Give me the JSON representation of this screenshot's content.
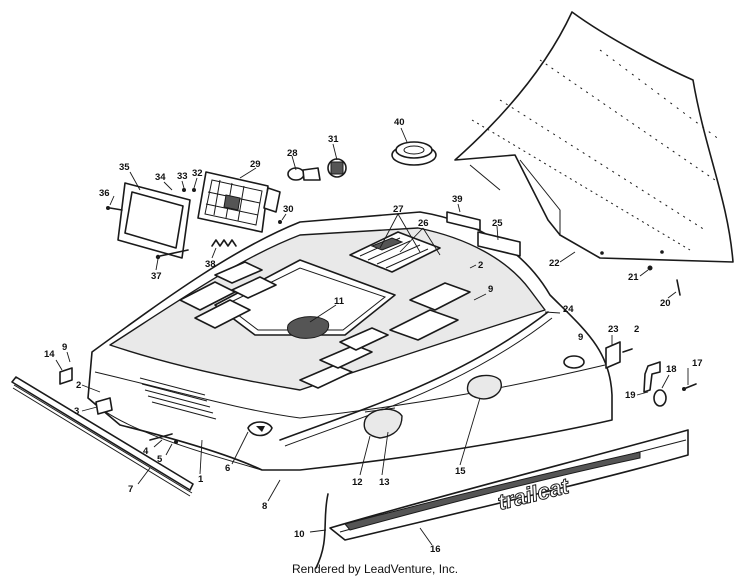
{
  "footer": {
    "text": "Rendered by LeadVenture, Inc."
  },
  "decal": {
    "text": "trailcat"
  },
  "callouts": [
    "1",
    "2",
    "3",
    "4",
    "5",
    "6",
    "7",
    "8",
    "9",
    "10",
    "11",
    "12",
    "13",
    "14",
    "15",
    "16",
    "17",
    "18",
    "19",
    "20",
    "21",
    "22",
    "23",
    "24",
    "25",
    "26",
    "27",
    "28",
    "29",
    "30",
    "31",
    "32",
    "33",
    "34",
    "35",
    "36",
    "37",
    "38",
    "39",
    "40"
  ],
  "repeat_labels": {
    "2": "2",
    "9": "9"
  },
  "colors": {
    "ink": "#1a1a1a",
    "background": "#ffffff"
  }
}
